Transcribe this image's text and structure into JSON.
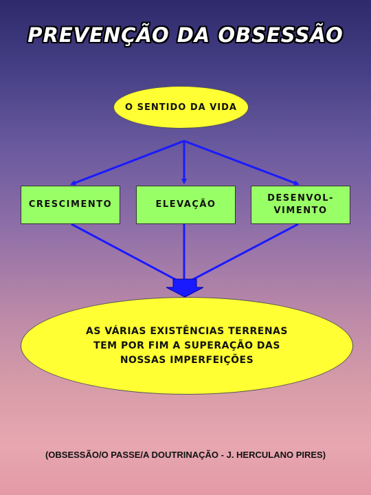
{
  "title": "PREVENÇÃO DA OBSESSÃO",
  "top_node": "O SENTIDO DA VIDA",
  "branches": [
    "CRESCIMENTO",
    "ELEVAÇÃO",
    "DESENVOL-\nVIMENTO"
  ],
  "bottom_node": {
    "lines": [
      "AS VÁRIAS EXISTÊNCIAS TERRENAS",
      "TEM POR FIM A SUPERAÇÃO DAS",
      "NOSSAS IMPERFEIÇÕES"
    ]
  },
  "footer": "(OBSESSÃO/O PASSE/A DOUTRINAÇÃO - J. HERCULANO PIRES)",
  "colors": {
    "ellipse_fill": "#ffff33",
    "box_fill": "#99ff66",
    "arrow": "#1a1aff"
  }
}
